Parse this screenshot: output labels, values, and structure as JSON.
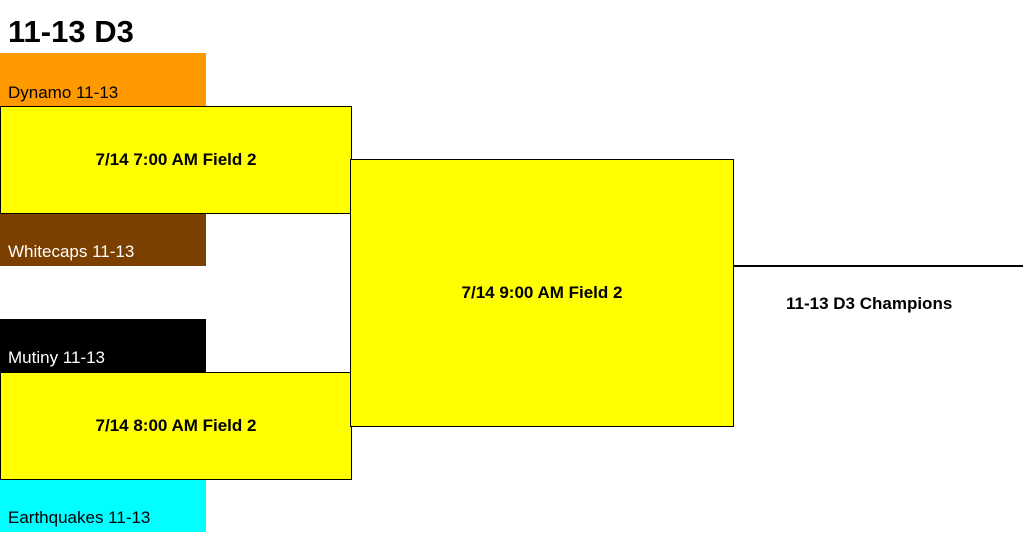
{
  "bracket": {
    "title": "11-13 D3",
    "teams": [
      {
        "name": "Dynamo 11-13",
        "color": "#ff9900",
        "text_color": "#000000"
      },
      {
        "name": "Whitecaps 11-13",
        "color": "#7b3f00",
        "text_color": "#ffffff"
      },
      {
        "name": "Mutiny 11-13",
        "color": "#000000",
        "text_color": "#ffffff"
      },
      {
        "name": "Earthquakes 11-13",
        "color": "#00ffff",
        "text_color": "#000000"
      }
    ],
    "matches": [
      {
        "label": "7/14 7:00 AM Field 2"
      },
      {
        "label": "7/14 8:00 AM Field 2"
      },
      {
        "label": "7/14 9:00 AM Field 2"
      }
    ],
    "champion_label": "11-13 D3 Champions",
    "match_color": "#ffff00"
  }
}
